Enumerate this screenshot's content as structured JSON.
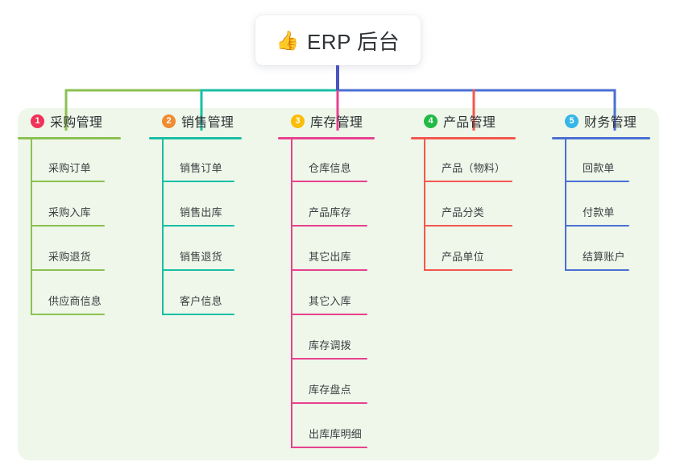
{
  "diagram": {
    "type": "mindmap",
    "title": "ERP 后台",
    "root": {
      "emoji": "👍",
      "label": "ERP 后台",
      "icon": "thumbs-up-icon"
    },
    "canvas": {
      "background": "#ffffff",
      "panel_color": "#eef7e9"
    },
    "root_connector_color": "#4a55c0",
    "branches": [
      {
        "index": "1",
        "title": "采购管理",
        "badge_color": "#f0335a",
        "line_color": "#8cc152",
        "items": [
          "采购订单",
          "采购入库",
          "采购退货",
          "供应商信息"
        ]
      },
      {
        "index": "2",
        "title": "销售管理",
        "badge_color": "#f08b31",
        "line_color": "#19bfa6",
        "items": [
          "销售订单",
          "销售出库",
          "销售退货",
          "客户信息"
        ]
      },
      {
        "index": "3",
        "title": "库存管理",
        "badge_color": "#fbbd08",
        "line_color": "#e8418f",
        "items": [
          "仓库信息",
          "产品库存",
          "其它出库",
          "其它入库",
          "库存调拨",
          "库存盘点",
          "出库库明细"
        ]
      },
      {
        "index": "4",
        "title": "产品管理",
        "badge_color": "#21ba45",
        "line_color": "#f4574f",
        "items": [
          "产品（物料）",
          "产品分类",
          "产品单位"
        ]
      },
      {
        "index": "5",
        "title": "财务管理",
        "badge_color": "#35b6e8",
        "line_color": "#4a6fd4",
        "items": [
          "回款单",
          "付款单",
          "结算账户"
        ]
      }
    ]
  }
}
